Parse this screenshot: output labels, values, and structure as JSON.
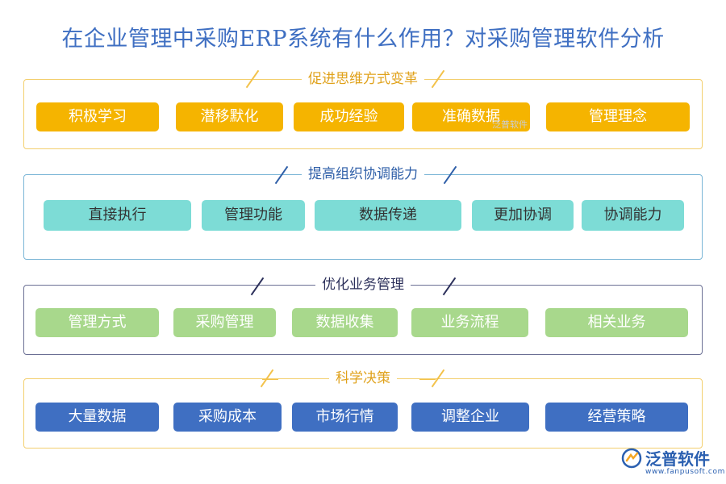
{
  "title": "在企业管理中采购ERP系统有什么作用？对采购管理软件分析",
  "sections": [
    {
      "title": "促进思维方式变革",
      "color": "#f5b400",
      "items": [
        "积极学习",
        "潜移默化",
        "成功经验",
        "准确数据",
        "管理理念"
      ]
    },
    {
      "title": "提高组织协调能力",
      "color": "#7ddcd6",
      "items": [
        "直接执行",
        "管理功能",
        "数据传递",
        "更加协调",
        "协调能力"
      ]
    },
    {
      "title": "优化业务管理",
      "color": "#a8d88c",
      "items": [
        "管理方式",
        "采购管理",
        "数据收集",
        "业务流程",
        "相关业务"
      ]
    },
    {
      "title": "科学决策",
      "color": "#3f6fc2",
      "items": [
        "大量数据",
        "采购成本",
        "市场行情",
        "调整企业",
        "经营策略"
      ]
    }
  ],
  "watermark": "泛普软件",
  "logo": {
    "name": "泛普软件",
    "url": "www.fanpusoft.com"
  }
}
